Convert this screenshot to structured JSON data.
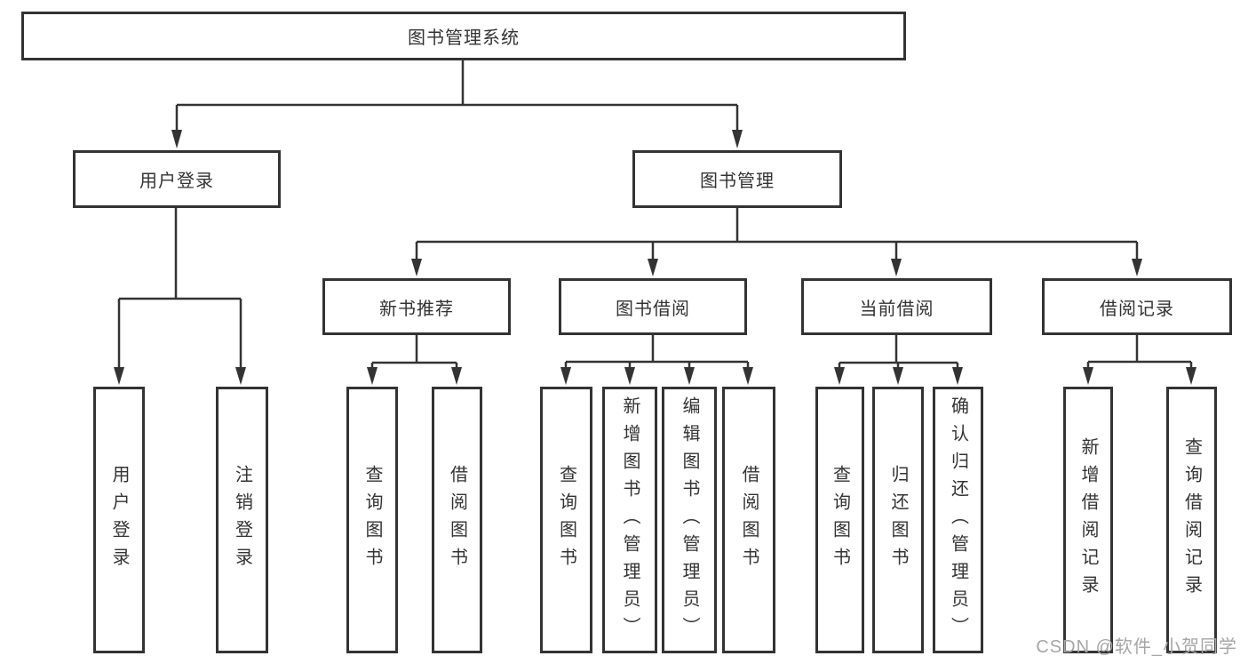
{
  "diagram_type": "hierarchy-tree",
  "tree": {
    "label": "图书管理系统",
    "children": [
      {
        "label": "用户登录",
        "children": [
          {
            "label": "用户登录"
          },
          {
            "label": "注销登录"
          }
        ]
      },
      {
        "label": "图书管理",
        "children": [
          {
            "label": "新书推荐",
            "children": [
              {
                "label": "查询图书"
              },
              {
                "label": "借阅图书"
              }
            ]
          },
          {
            "label": "图书借阅",
            "children": [
              {
                "label": "查询图书"
              },
              {
                "label": "新增图书（管理员）"
              },
              {
                "label": "编辑图书（管理员）"
              },
              {
                "label": "借阅图书"
              }
            ]
          },
          {
            "label": "当前借阅",
            "children": [
              {
                "label": "查询图书"
              },
              {
                "label": "归还图书"
              },
              {
                "label": "确认归还（管理员）"
              }
            ]
          },
          {
            "label": "借阅记录",
            "children": [
              {
                "label": "新增借阅记录"
              },
              {
                "label": "查询借阅记录"
              }
            ]
          }
        ]
      }
    ]
  },
  "watermark": "CSDN @软件_小贺同学",
  "colors": {
    "line": "#333333",
    "box_border": "#333333",
    "text": "#333333",
    "watermark": "#a6a6a6",
    "background": "#ffffff"
  }
}
